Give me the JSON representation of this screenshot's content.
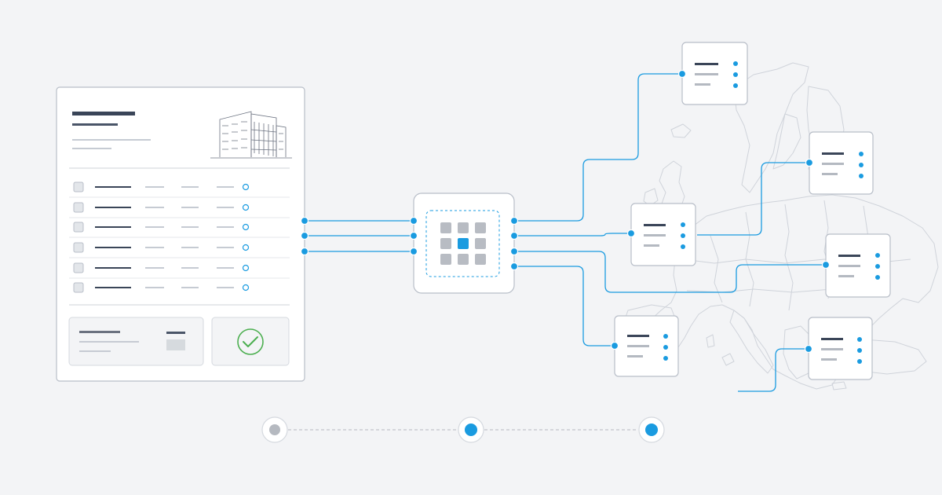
{
  "colors": {
    "background": "#f3f4f6",
    "card": "#ffffff",
    "card_border": "#b8bec8",
    "accent": "#1a9be0",
    "dark_bar": "#3a4558",
    "light_bar": "#c6cbd3",
    "success": "#4caf50",
    "map_outline": "#c9ced6",
    "inactive_dot": "#b5b9c0"
  },
  "form": {
    "row_count": 6,
    "building_icon": "building-icon",
    "confirm_icon": "check-circle-icon"
  },
  "hub": {
    "icon": "grid-icon",
    "grid_cells": 9,
    "active_cell_index": 4
  },
  "destinations": {
    "card_count": 6,
    "background_icon": "europe-map-icon"
  },
  "progress": {
    "steps": [
      {
        "state": "inactive"
      },
      {
        "state": "active"
      },
      {
        "state": "active"
      }
    ]
  }
}
